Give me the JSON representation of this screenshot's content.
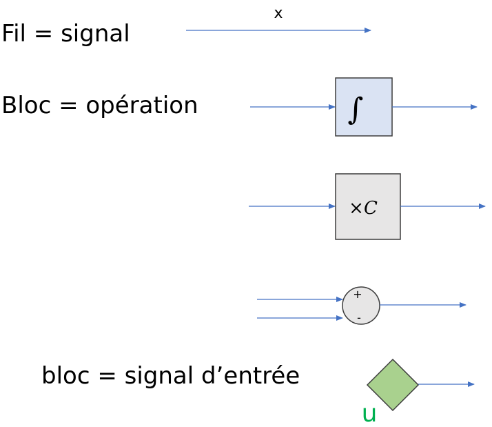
{
  "labels": {
    "fil": "Fil = signal",
    "bloc_op": "Bloc = opération",
    "bloc_input": "bloc = signal d’entrée",
    "wire_x": "x"
  },
  "blocks": {
    "integrator_symbol": "∫",
    "gain_symbol": "×C",
    "sum_plus": "+",
    "sum_minus": "-",
    "input_name": "u"
  },
  "colors": {
    "wire": "#4472c4",
    "integrator_fill": "#dae3f3",
    "gain_fill": "#e7e6e6",
    "sum_fill": "#e7e6e6",
    "input_fill": "#a9d18e",
    "input_label": "#00b050",
    "outline": "#3c3c3c"
  }
}
